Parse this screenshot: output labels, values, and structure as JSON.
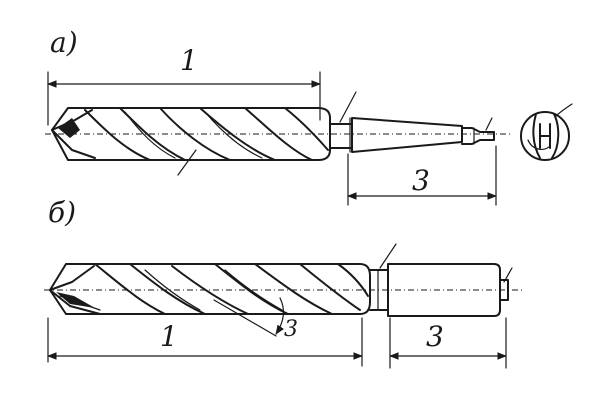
{
  "figure": {
    "variant_a": {
      "label": "а)",
      "dimension_body": "1",
      "dimension_shank": "3"
    },
    "variant_b": {
      "label": "б)",
      "dimension_body": "1",
      "dimension_shank": "3",
      "dimension_flute": "3"
    }
  },
  "colors": {
    "ink": "#1a1a1a",
    "paper": "#ffffff"
  }
}
